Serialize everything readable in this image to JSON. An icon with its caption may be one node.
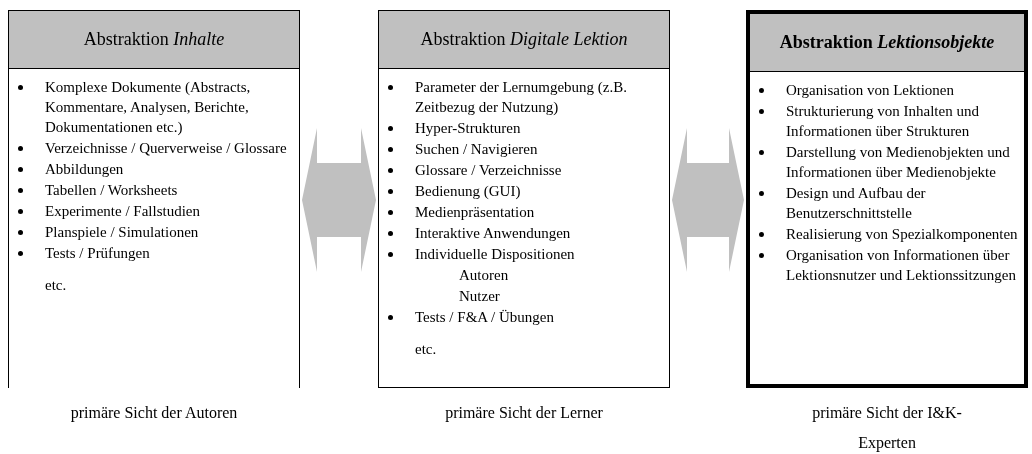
{
  "diagram": {
    "nodes": [
      {
        "text": [
          "Abstraktion *Inhalte*",
          "Komplexe Dokumente (Abstracts, Kommentare, Analysen, Berichte, Dokumentationen etc.)",
          "Verzeichnisse / Querverweise / Glossare",
          "Abbildungen",
          "Tabellen / Worksheets",
          "Experimente / Fallstudien",
          "Planspiele / Simulationen",
          "Tests / Prüfungen",
          "etc."
        ],
        "beside": [
          "primäre Sicht der Autoren"
        ]
      },
      {
        "text": [
          "Abstraktion *Digitale Lektion*",
          "Parameter der Lernumgebung (z.B. Zeitbezug der Nutzung)",
          "Hyper-Strukturen",
          "Suchen / Navigieren",
          "Glossare / Verzeichnisse",
          "Bedienung (GUI)",
          "Medienpräsentation",
          "Interaktive Anwendungen",
          "Individuelle Dispositionen",
          "Autoren",
          "Nutzer",
          "Tests / F&A / Übungen",
          "etc."
        ],
        "beside": [
          "primäre Sicht der Lerner"
        ]
      },
      {
        "text": [
          "Abstraktion *Lektionsobjekte*",
          "Organisation von Lektionen",
          "Strukturierung von Inhalten und Informationen über Strukturen",
          "Darstellung von Medienobjekten und Informationen über Medienobjekte",
          "Design und Aufbau der Benutzerschnittstelle",
          "Realisierung von Spezialkomponenten",
          "Organisation von Informationen über Lektionsnutzer und Lektionssitzungen"
        ],
        "beside": [
          "primäre Sicht der I&K-Experten"
        ]
      }
    ],
    "edges": [
      {
        "from": 0,
        "to": 1,
        "arrow": "both"
      },
      {
        "from": 1,
        "to": 2,
        "arrow": "both"
      }
    ]
  }
}
